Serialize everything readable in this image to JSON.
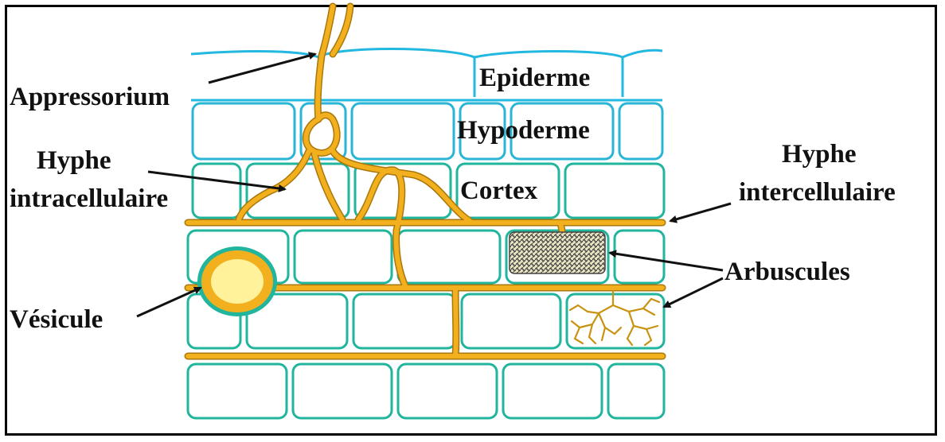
{
  "labels": {
    "epiderme": "Epiderme",
    "hypoderme": "Hypoderme",
    "cortex": "Cortex",
    "appressorium": "Appressorium",
    "hyphe_intra_line1": "Hyphe",
    "hyphe_intra_line2": "intracellulaire",
    "hyphe_inter_line1": "Hyphe",
    "hyphe_inter_line2": "intercellulaire",
    "arbuscules": "Arbuscules",
    "vesicule": "Vésicule"
  },
  "colors": {
    "epidermis_cell": "#22b8e0",
    "hypoderm_cell": "#2ab5d6",
    "cortex_cell": "#20b59c",
    "hypha_fill": "#f2b01f",
    "hypha_outline": "#a9770a",
    "vesicle_inner": "#fff29a",
    "arbuscule_dense": "#555555",
    "text": "#111111",
    "arrow": "#111111"
  }
}
